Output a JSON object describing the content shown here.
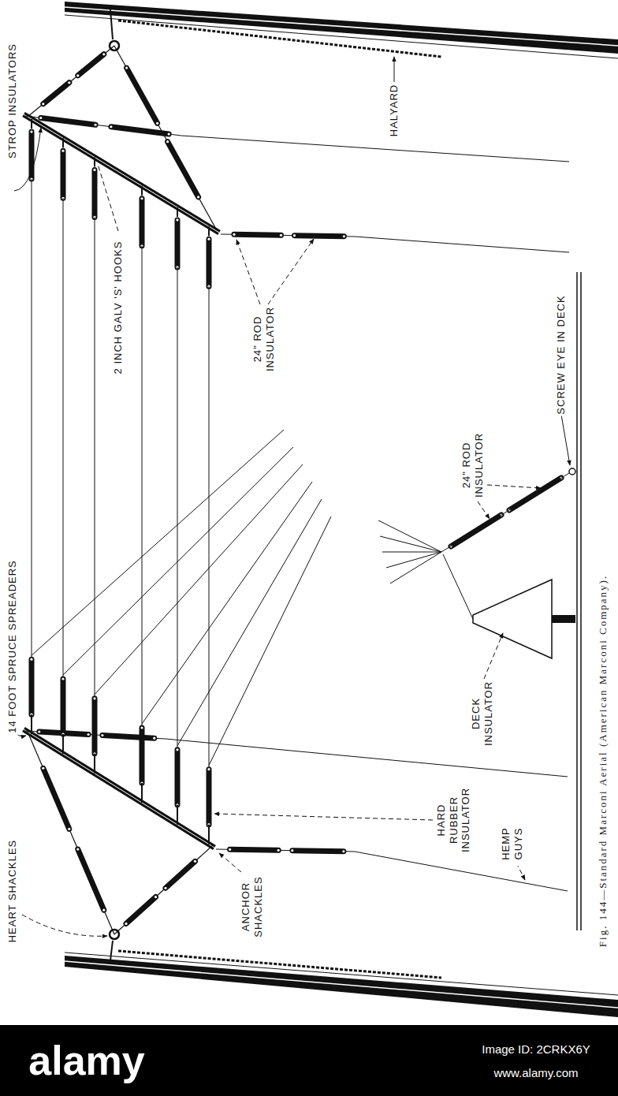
{
  "diagram": {
    "caption": "Fig. 144—Standard Marconi Aerial (American Marconi Company).",
    "labels": [
      "STROP INSULATORS",
      "HALYARD",
      "2 INCH GALV 'S' HOOKS",
      "24\" ROD INSULATOR",
      "SCREW EYE IN DECK",
      "24\" ROD INSULATOR",
      "DECK INSULATOR",
      "HEMP GUYS",
      "HARD RUBBER INSULATOR",
      "ANCHOR SHACKLES",
      "14 FOOT SPRUCE SPREADERS",
      "HEART SHACKLES",
      "alamy",
      "Image ID: 2CRKX6Y",
      "www.alamy.com"
    ]
  }
}
